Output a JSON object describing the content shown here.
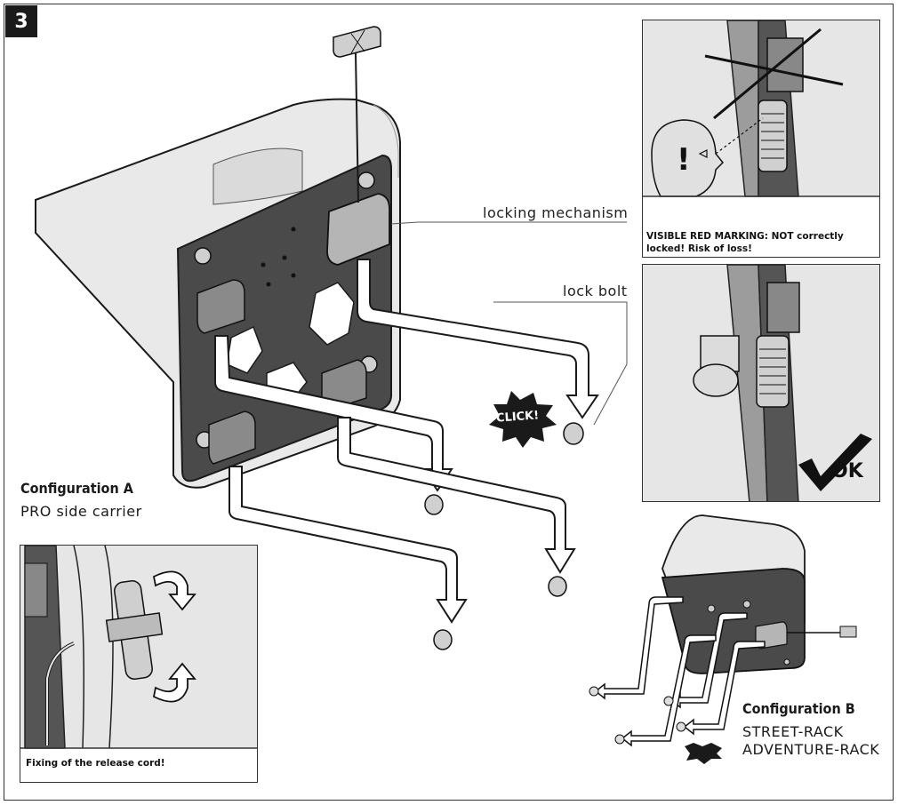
{
  "step_number": "3",
  "labels": {
    "locking_mechanism": "locking mechanism",
    "lock_bolt": "lock bolt",
    "click": "CLICK!"
  },
  "config_a": {
    "title": "Configuration A",
    "subtitle": "PRO side carrier"
  },
  "config_b": {
    "title": "Configuration B",
    "line1": "STREET-RACK",
    "line2": "ADVENTURE-RACK"
  },
  "panels": {
    "warning_caption_line1": "VISIBLE RED MARKING: NOT correctly",
    "warning_caption_line2": "locked! Risk of loss!",
    "ok_text": "OK",
    "release_cord_caption": "Fixing of the release cord!"
  },
  "colors": {
    "plate": "#4a4a4a",
    "case_body": "#e9e9e9",
    "outline": "#1a1a1a",
    "arrow_fill": "#ffffff"
  }
}
